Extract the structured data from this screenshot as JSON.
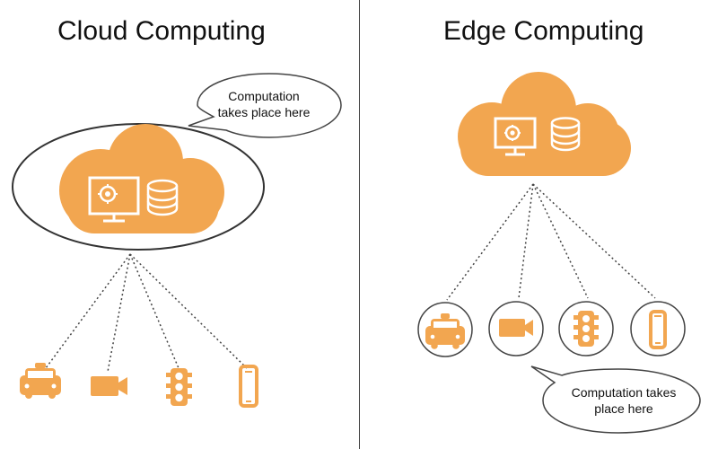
{
  "left_panel": {
    "title": "Cloud Computing",
    "callout_line1": "Computation",
    "callout_line2": "takes place here"
  },
  "right_panel": {
    "title": "Edge Computing",
    "callout_line1": "Computation takes",
    "callout_line2": "place here"
  },
  "colors": {
    "cloud_orange": "#f2a650",
    "icon_white": "#ffffff",
    "outline_dark": "#333333",
    "dots": "#444444"
  },
  "icons": {
    "cloud": "cloud-icon",
    "monitor": "monitor-gear-icon",
    "database": "database-icon",
    "car": "car-icon",
    "camera": "video-camera-icon",
    "traffic_light": "traffic-light-icon",
    "phone": "smartphone-icon"
  }
}
